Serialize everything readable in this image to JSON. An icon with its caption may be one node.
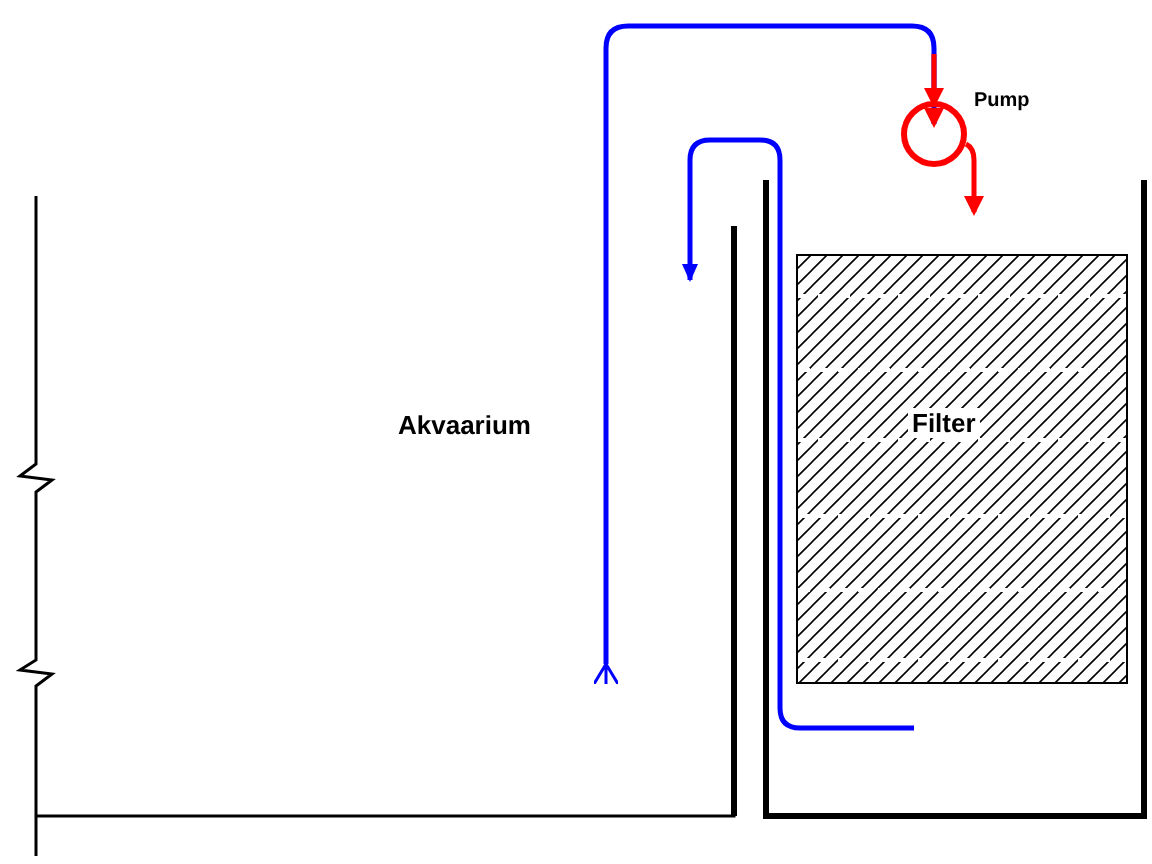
{
  "diagram": {
    "nodes": [
      {
        "text": [
          "Akvaarium"
        ]
      },
      {
        "text": [
          "Filter"
        ]
      },
      {
        "text": [
          "Pump"
        ]
      }
    ],
    "edges": [
      {
        "from": null,
        "to": 2,
        "arrow": "to"
      },
      {
        "from": 2,
        "to": 1,
        "arrow": "to",
        "color": "#ff0000"
      },
      {
        "from": 1,
        "to": null,
        "arrow": "to"
      }
    ]
  }
}
